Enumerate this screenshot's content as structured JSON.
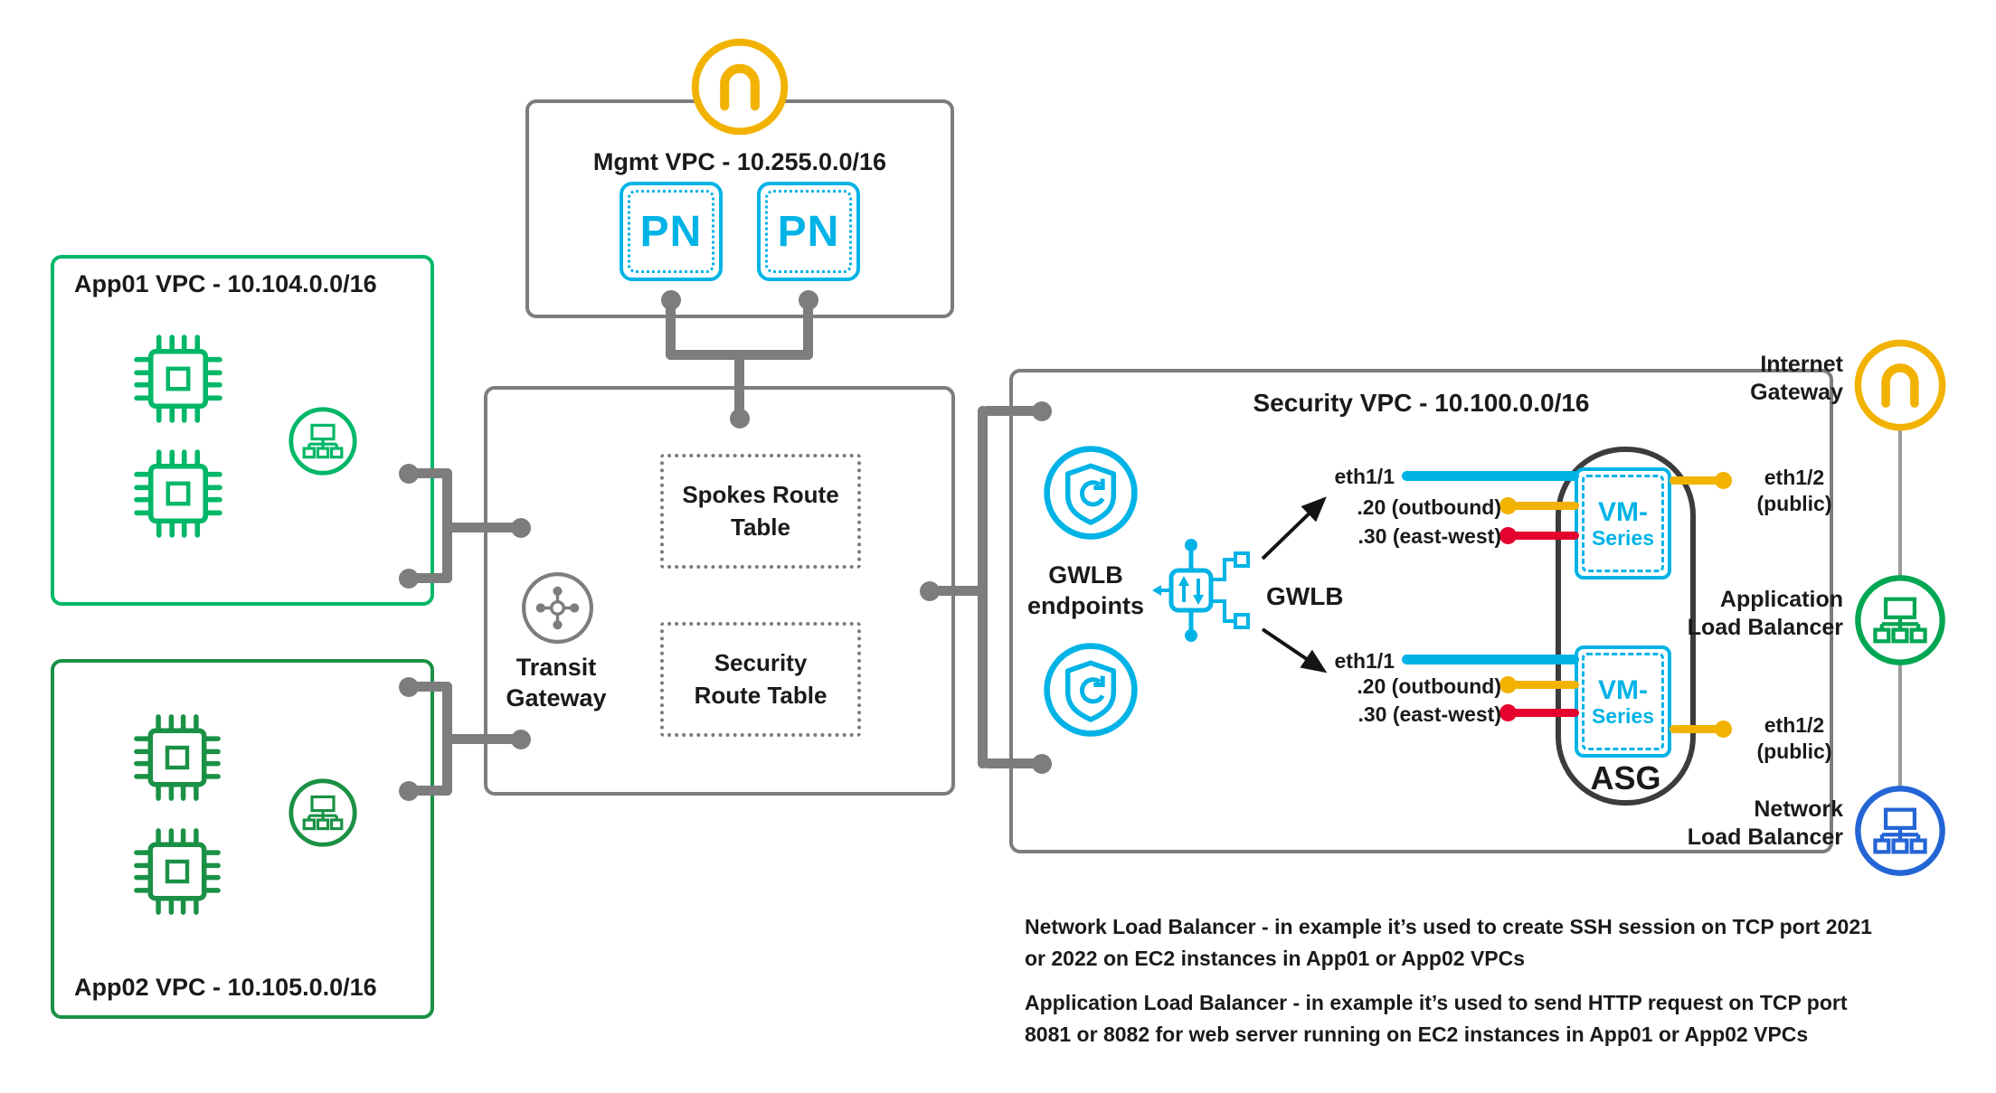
{
  "colors": {
    "ink": "#1a1a1a",
    "line_gray": "#7d7d7d",
    "box_gray": "#7d7d7d",
    "app01_green": "#00b767",
    "app02_green": "#1a9145",
    "cyan": "#00b3e6",
    "yellow": "#f2b200",
    "red": "#e4032e",
    "asg_dark": "#3c3c3c",
    "alb_green": "#00a651",
    "nlb_blue": "#2465d6"
  },
  "mgmt_vpc": {
    "title": "Mgmt VPC - 10.255.0.0/16",
    "pn_left": "PN",
    "pn_right": "PN"
  },
  "app01_vpc": {
    "title": "App01 VPC - 10.104.0.0/16"
  },
  "app02_vpc": {
    "title": "App02 VPC - 10.105.0.0/16"
  },
  "transit_gateway": {
    "label": "Transit\nGateway",
    "spokes_route_table": "Spokes Route\nTable",
    "security_route_table": "Security\nRoute Table"
  },
  "security_vpc": {
    "title": "Security VPC - 10.100.0.0/16",
    "gwlb_endpoints": "GWLB\nendpoints",
    "gwlb": "GWLB",
    "asg": "ASG",
    "vm1": {
      "label_top": "VM-",
      "label_bottom": "Series",
      "eth11": "eth1/1",
      "outbound": ".20 (outbound)",
      "eastwest": ".30 (east-west)",
      "eth12": "eth1/2\n(public)"
    },
    "vm2": {
      "label_top": "VM-",
      "label_bottom": "Series",
      "eth11": "eth1/1",
      "outbound": ".20 (outbound)",
      "eastwest": ".30 (east-west)",
      "eth12": "eth1/2\n(public)"
    }
  },
  "right_column": {
    "internet_gateway": "Internet\nGateway",
    "application_load_balancer": "Application\nLoad Balancer",
    "network_load_balancer": "Network\nLoad Balancer"
  },
  "notes": {
    "nlb_note": "Network Load Balancer - in example it’s used to create SSH session on TCP port 2021\nor 2022 on EC2 instances in App01 or App02 VPCs",
    "alb_note": "Application Load Balancer - in example it’s used to send HTTP request on TCP port\n8081 or 8082 for web server running on EC2 instances in App01 or App02 VPCs"
  }
}
